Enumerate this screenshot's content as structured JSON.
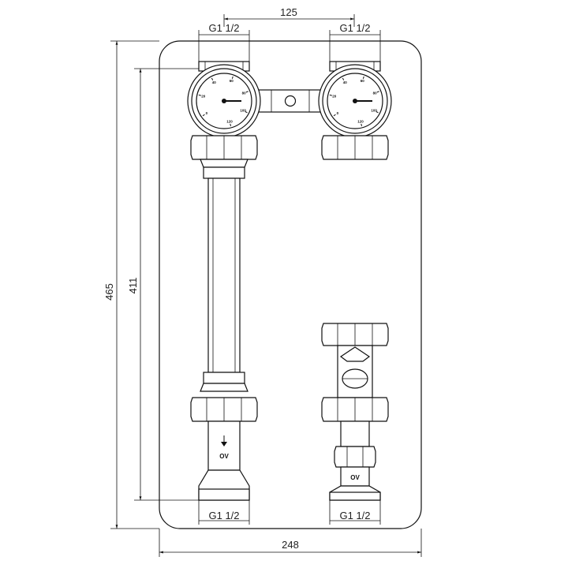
{
  "dimensions": {
    "top_spacing": "125",
    "total_height": "465",
    "inner_height": "411",
    "total_width": "248"
  },
  "thread_labels": {
    "top_left": "G1 1/2",
    "top_right": "G1 1/2",
    "bottom_left": "G1 1/2",
    "bottom_right": "G1 1/2"
  },
  "part_labels": {
    "left_valve_mark": "OV",
    "right_valve_mark": "OV"
  },
  "gauges": {
    "scale": [
      "0",
      "20",
      "40",
      "60",
      "80",
      "100",
      "120"
    ]
  }
}
